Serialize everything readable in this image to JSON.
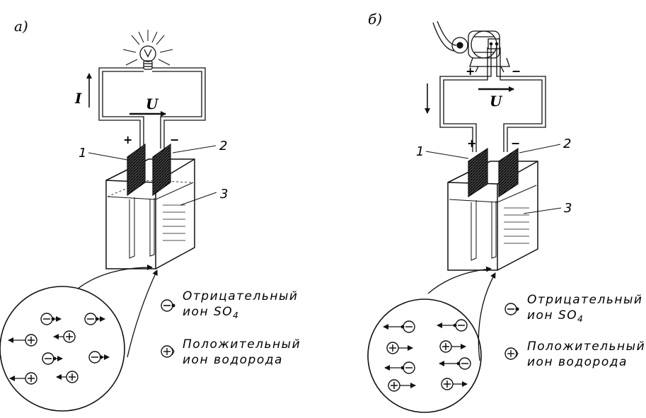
{
  "panel_a": {
    "letter": "а)",
    "current_label": "I",
    "voltage_label": "U",
    "plus": "+",
    "minus": "−",
    "callouts": [
      "1",
      "2",
      "3"
    ]
  },
  "panel_b": {
    "letter": "б)",
    "voltage_label": "U",
    "plus": "+",
    "minus": "−",
    "callouts": [
      "1",
      "2",
      "3"
    ]
  },
  "legend": {
    "negative_line1": "Отрицательный",
    "negative_line2": "ион SO",
    "negative_sub": "4",
    "positive_line1": "Положительный",
    "positive_line2": "ион водорода"
  },
  "ion_symbols": {
    "negative": "−",
    "positive": "+"
  }
}
